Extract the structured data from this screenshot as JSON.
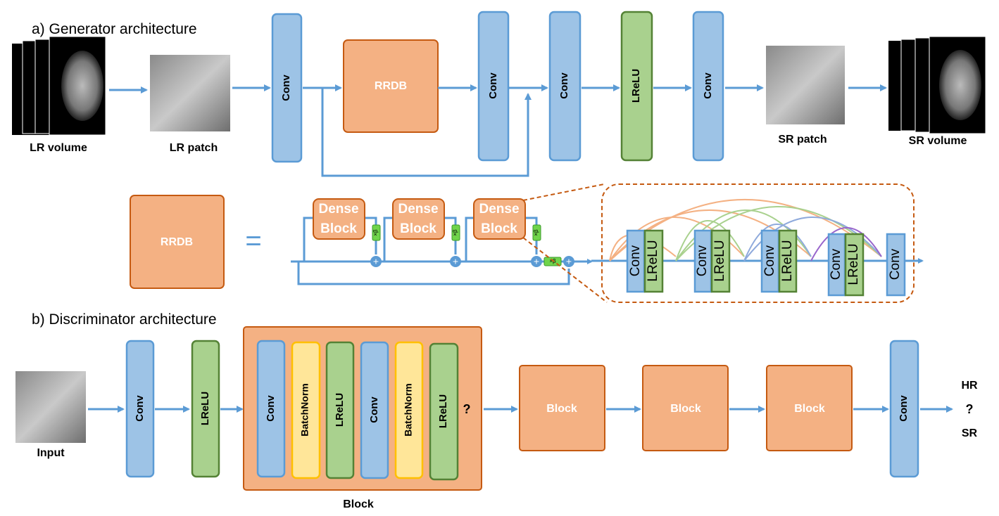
{
  "generator": {
    "title": "a) Generator architecture",
    "lr_volume": "LR volume",
    "lr_patch": "LR patch",
    "sr_patch": "SR patch",
    "sr_volume": "SR volume",
    "conv": "Conv",
    "rrdb": "RRDB",
    "lrelu": "LReLU"
  },
  "rrdb_detail": {
    "rrdb": "RRDB",
    "equals": "=",
    "dense_block_line1": "Dense",
    "dense_block_line2": "Block",
    "beta": "×β",
    "conv": "Conv",
    "lrelu": "LReLU"
  },
  "discriminator": {
    "title": "b) Discriminator architecture",
    "input": "Input",
    "conv": "Conv",
    "lrelu": "LReLU",
    "batchnorm": "BatchNorm",
    "block": "Block",
    "block_caption": "Block",
    "hr": "HR",
    "question": "?",
    "sr": "SR"
  },
  "colors": {
    "conv": "#9dc3e6",
    "lrelu": "#a9d18e",
    "batchnorm": "#ffe699",
    "block": "#f4b183",
    "arrow": "#5b9bd5"
  }
}
